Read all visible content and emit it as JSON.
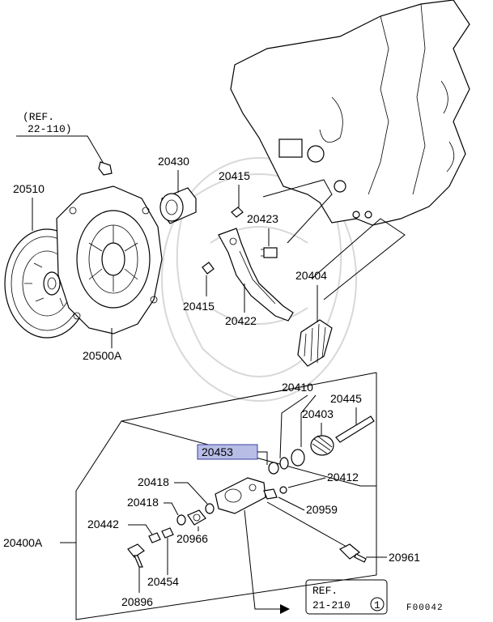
{
  "diagram": {
    "refs": {
      "top_left": [
        "(REF.",
        "22-110)"
      ],
      "bottom_right": [
        "REF.",
        "21-210",
        "1"
      ]
    },
    "figure_code": "F00042",
    "highlighted_part": "20453",
    "parts": {
      "p20510": "20510",
      "p20500A": "20500A",
      "p20430": "20430",
      "p20415a": "20415",
      "p20415b": "20415",
      "p20423": "20423",
      "p20422": "20422",
      "p20404": "20404",
      "p20410": "20410",
      "p20445": "20445",
      "p20403": "20403",
      "p20453": "20453",
      "p20412": "20412",
      "p20418a": "20418",
      "p20418b": "20418",
      "p20959": "20959",
      "p20442": "20442",
      "p20400A": "20400A",
      "p20966": "20966",
      "p20454": "20454",
      "p20961": "20961",
      "p20896": "20896"
    }
  }
}
